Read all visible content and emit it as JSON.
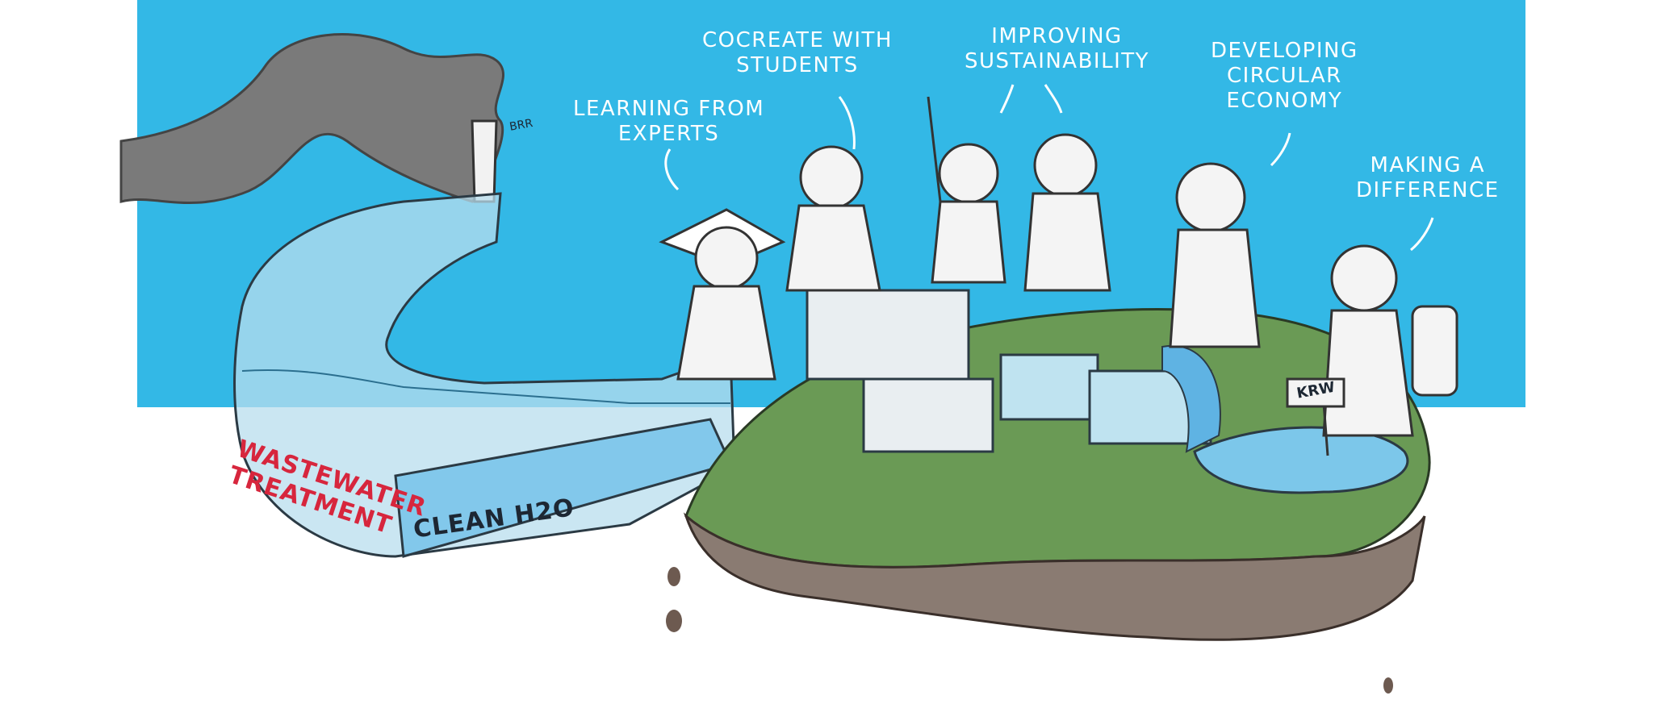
{
  "labels": {
    "learning": "LEARNING FROM\nEXPERTS",
    "cocreate": "COCREATE WITH\nSTUDENTS",
    "improving": "IMPROVING\nSUSTAINABILITY",
    "developing": "DEVELOPING\nCIRCULAR\nECONOMY",
    "making": "MAKING A\nDIFFERENCE"
  },
  "channel": {
    "title": "WASTEWATER\nTREATMENT",
    "outflow": "CLEAN H2O"
  },
  "sign": "KRW",
  "sound": "BRR",
  "colors": {
    "sky": "#33b8e6",
    "title_red": "#d7263d",
    "grass": "#6a9a55",
    "cliff": "#8a7b72",
    "water": "#7cc7ea",
    "sludge": "#7a7a7a"
  }
}
